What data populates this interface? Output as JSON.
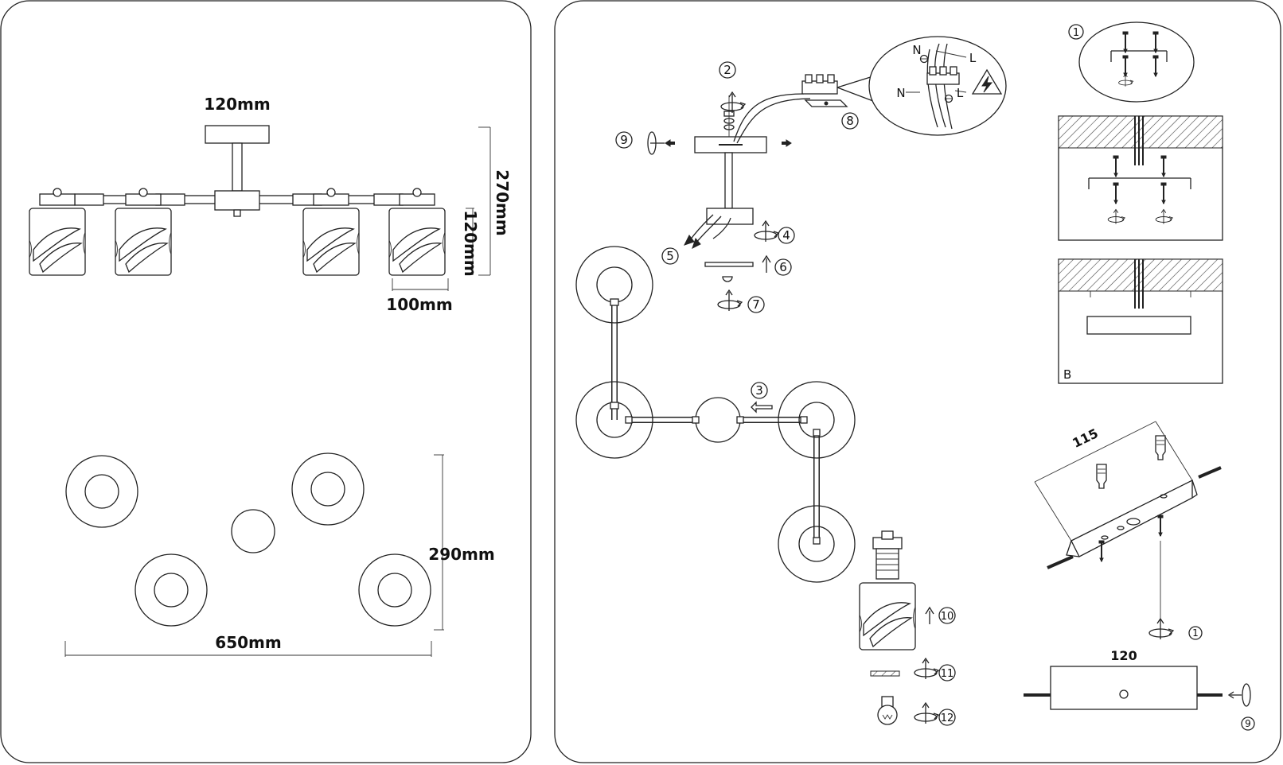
{
  "left_panel": {
    "side_view": {
      "canopy_width": "120mm",
      "total_height": "270mm",
      "shade_height": "120mm",
      "shade_width": "100mm"
    },
    "top_view": {
      "depth": "290mm",
      "length": "650mm"
    }
  },
  "right_panel": {
    "steps": [
      "1",
      "2",
      "3",
      "4",
      "5",
      "6",
      "7",
      "8",
      "9",
      "10",
      "11",
      "12"
    ],
    "wiring": {
      "neutral": "N",
      "live": "L"
    },
    "ceiling_detail_b": "B",
    "bracket_span": "115",
    "mount_plate_width": "120",
    "ref_step_1": "1",
    "ref_step_9": "9"
  },
  "icons": [
    "rotate-arrow-icon",
    "electric-hazard-icon",
    "ground-icon",
    "bulb-icon",
    "screw-icon",
    "anchor-icon"
  ]
}
